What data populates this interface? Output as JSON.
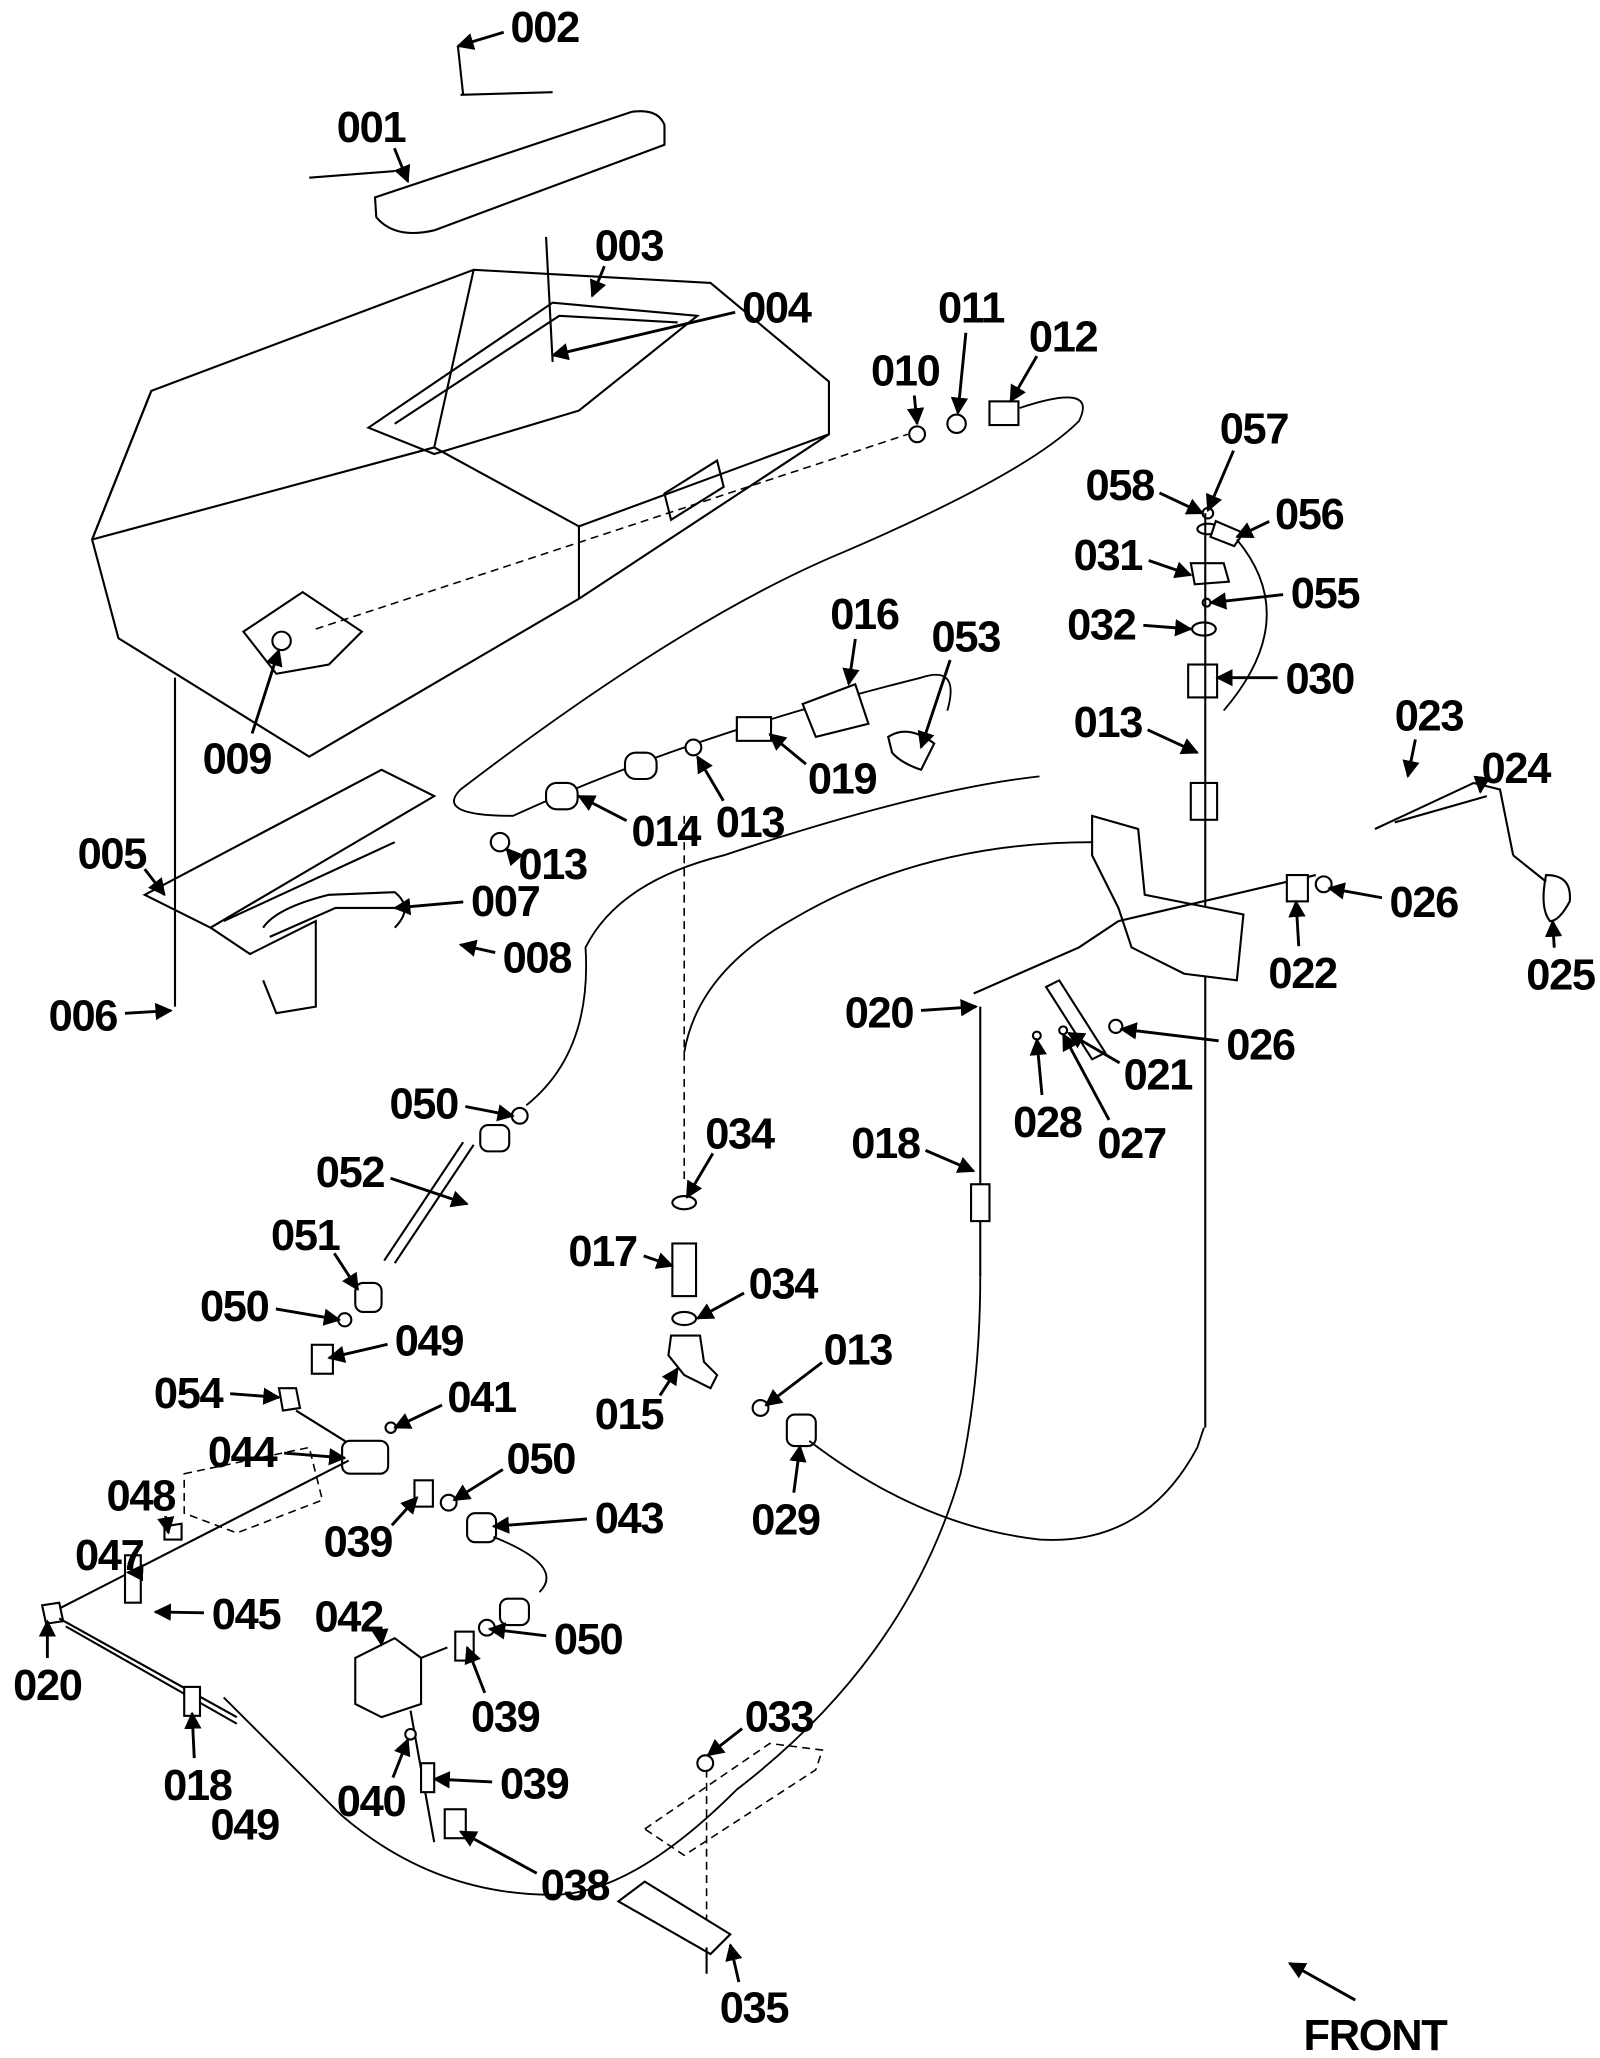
{
  "diagram": {
    "direction_label": "FRONT",
    "callouts": [
      "002",
      "001",
      "003",
      "004",
      "010",
      "011",
      "012",
      "057",
      "058",
      "056",
      "031",
      "055",
      "032",
      "030",
      "016",
      "053",
      "013",
      "023",
      "024",
      "009",
      "019",
      "013",
      "014",
      "013",
      "005",
      "007",
      "008",
      "006",
      "026",
      "022",
      "025",
      "020",
      "026",
      "021",
      "028",
      "027",
      "050",
      "034",
      "018",
      "052",
      "051",
      "017",
      "034",
      "050",
      "049",
      "013",
      "054",
      "041",
      "015",
      "044",
      "050",
      "048",
      "043",
      "047",
      "039",
      "029",
      "045",
      "042",
      "050",
      "020",
      "039",
      "033",
      "018",
      "039",
      "040",
      "049",
      "038",
      "035"
    ]
  }
}
